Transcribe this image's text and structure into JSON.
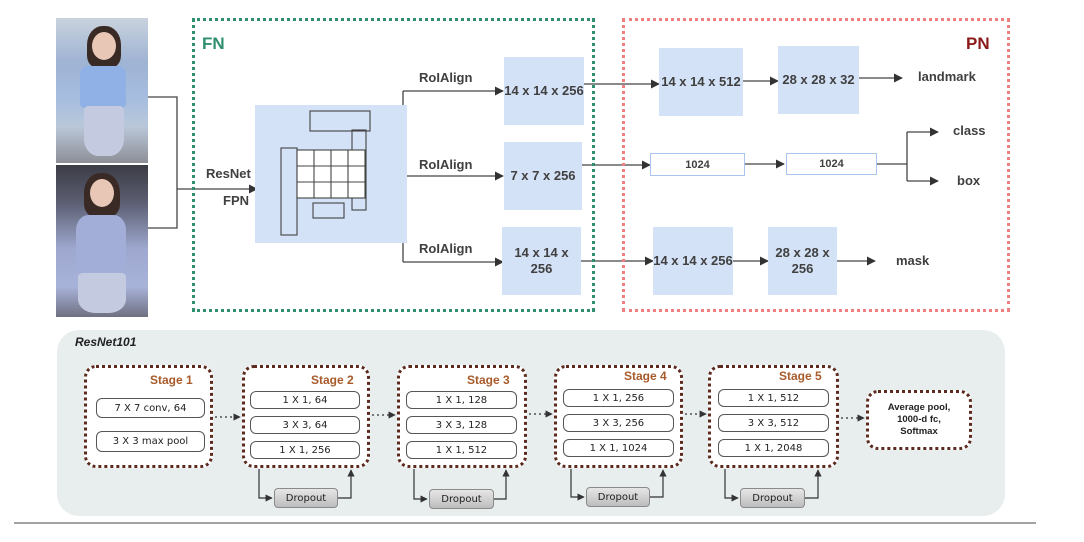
{
  "regions": {
    "fn_title": "FN",
    "pn_title": "PN",
    "fn_color": "#2f8f6f",
    "pn_color": "#8b1a1a",
    "pn_border": "#f08080"
  },
  "inputs": {
    "photos": [
      "fashion-photo-1",
      "fashion-photo-2"
    ],
    "backbone_line1": "ResNet",
    "backbone_line2": "FPN"
  },
  "roi": {
    "label": "RoIAlign"
  },
  "fn_boxes": {
    "top": "14 x 14 x 256",
    "mid": "7 x 7 x 256",
    "bot": "14 x 14 x 256"
  },
  "pn": {
    "landmark": {
      "b1": "14 x 14 x 512",
      "b2": "28 x 28 x 32",
      "out": "landmark"
    },
    "detect": {
      "fc1": "1024",
      "fc2": "1024",
      "out_class": "class",
      "out_box": "box"
    },
    "mask": {
      "b1": "14 x 14 x 256",
      "b2": "28 x 28 x 256",
      "out": "mask"
    }
  },
  "resnet": {
    "title": "ResNet101",
    "stages": [
      {
        "title": "Stage 1",
        "layers": [
          "7 X 7 conv, 64",
          "3 X 3 max pool"
        ]
      },
      {
        "title": "Stage 2",
        "layers": [
          "1 X 1, 64",
          "3 X 3, 64",
          "1 X 1, 256"
        ],
        "dropout": "Dropout"
      },
      {
        "title": "Stage 3",
        "layers": [
          "1 X 1, 128",
          "3 X 3, 128",
          "1 X 1, 512"
        ],
        "dropout": "Dropout"
      },
      {
        "title": "Stage 4",
        "layers": [
          "1 X 1, 256",
          "3 X 3, 256",
          "1 X 1, 1024"
        ],
        "dropout": "Dropout"
      },
      {
        "title": "Stage 5",
        "layers": [
          "1 X 1, 512",
          "3 X 3, 512",
          "1 X 1, 2048"
        ],
        "dropout": "Dropout"
      }
    ],
    "final": [
      "Average pool,",
      "1000-d fc,",
      "Softmax"
    ]
  }
}
